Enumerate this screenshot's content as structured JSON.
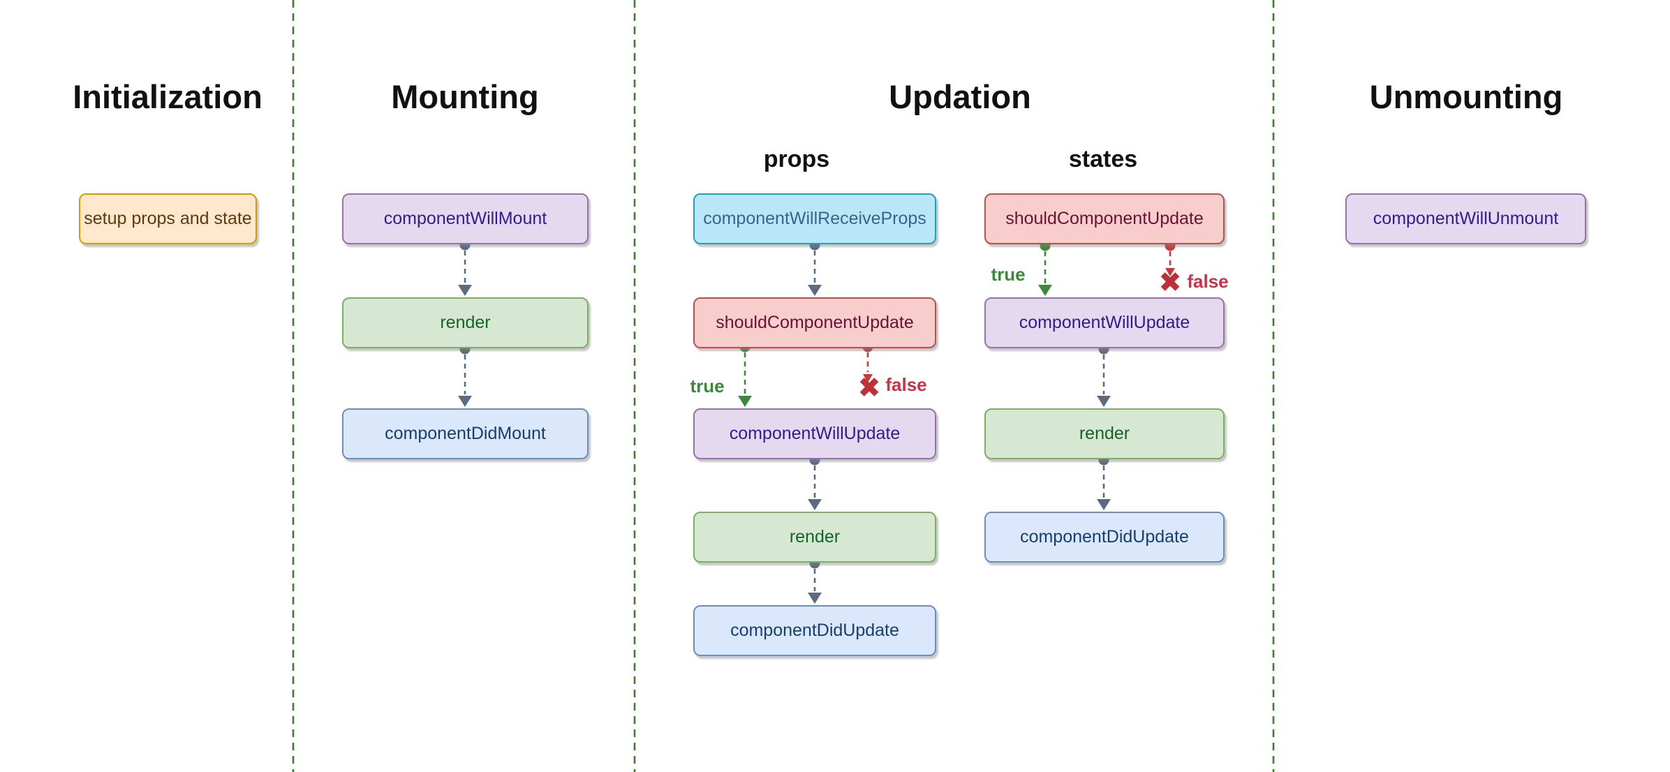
{
  "sections": {
    "initialization": {
      "title": "Initialization"
    },
    "mounting": {
      "title": "Mounting"
    },
    "updation": {
      "title": "Updation",
      "props_label": "props",
      "states_label": "states"
    },
    "unmounting": {
      "title": "Unmounting"
    }
  },
  "nodes": {
    "init_setup": "setup props and state",
    "mount_will": "componentWillMount",
    "mount_render": "render",
    "mount_did": "componentDidMount",
    "props_receive": "componentWillReceiveProps",
    "props_should": "shouldComponentUpdate",
    "props_will_update": "componentWillUpdate",
    "props_render": "render",
    "props_did_update": "componentDidUpdate",
    "states_should": "shouldComponentUpdate",
    "states_will_update": "componentWillUpdate",
    "states_render": "render",
    "states_did_update": "componentDidUpdate",
    "unmount_will": "componentWillUnmount"
  },
  "edge_labels": {
    "props_true": "true",
    "props_false": "false",
    "states_true": "true",
    "states_false": "false"
  },
  "icons": {
    "false_cross": "✖"
  },
  "colors": {
    "separator_green": "#3d7d2e",
    "connector_gray": "#5b6b82",
    "connector_true_green": "#3b8a3a",
    "connector_false_red": "#c5393c",
    "false_label_red": "#cf3044",
    "node_orange_fill": "#ffe8cd",
    "node_orange_border": "#d79b00",
    "node_orange_text": "#5d3a14",
    "node_purple_fill": "#e4d9ee",
    "node_purple_border": "#9673a6",
    "node_purple_text": "#311b92",
    "node_green_fill": "#d6e8d2",
    "node_green_border": "#7fae63",
    "node_green_text": "#17632a",
    "node_blue_fill": "#dbe8fb",
    "node_blue_border": "#6c8ebf",
    "node_blue_text": "#1a3e6b",
    "node_cyan_fill": "#b9e7f7",
    "node_cyan_border": "#22a2ad",
    "node_cyan_text": "#33678c",
    "node_red_fill": "#f7cecb",
    "node_red_border": "#b05450",
    "node_red_text": "#6b1135"
  }
}
